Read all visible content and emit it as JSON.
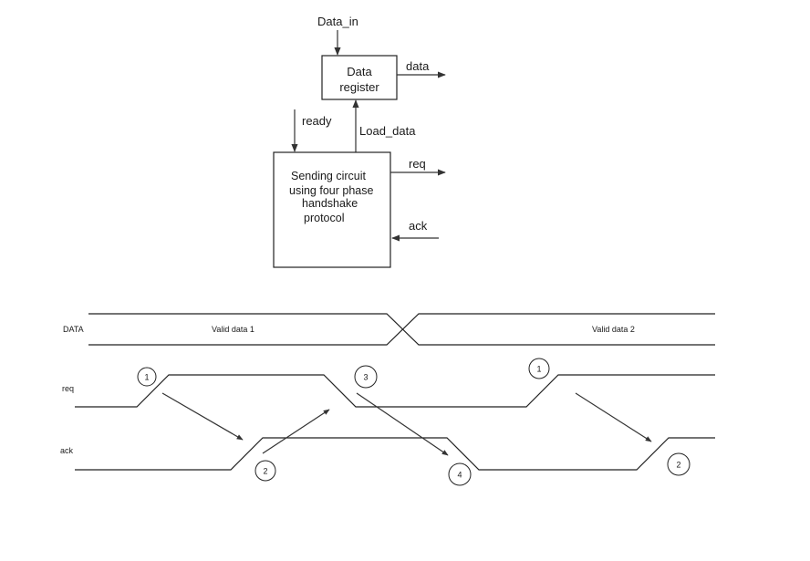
{
  "block_diagram": {
    "data_in_label": "Data_in",
    "register_line1": "Data",
    "register_line2": "register",
    "data_out_label": "data",
    "ready_label": "ready",
    "load_data_label": "Load_data",
    "sender_line1": "Sending circuit",
    "sender_line2": "using four phase",
    "sender_line3": "handshake",
    "sender_line4": "protocol",
    "req_label": "req",
    "ack_label": "ack"
  },
  "timing_diagram": {
    "data_signal_label": "DATA",
    "valid_data_1": "Valid data 1",
    "valid_data_2": "Valid data 2",
    "req_signal_label": "req",
    "ack_signal_label": "ack",
    "step_1a": "1",
    "step_2a": "2",
    "step_3": "3",
    "step_4": "4",
    "step_1b": "1",
    "step_2b": "2"
  },
  "colors": {
    "line": "#222222",
    "background": "#ffffff"
  }
}
